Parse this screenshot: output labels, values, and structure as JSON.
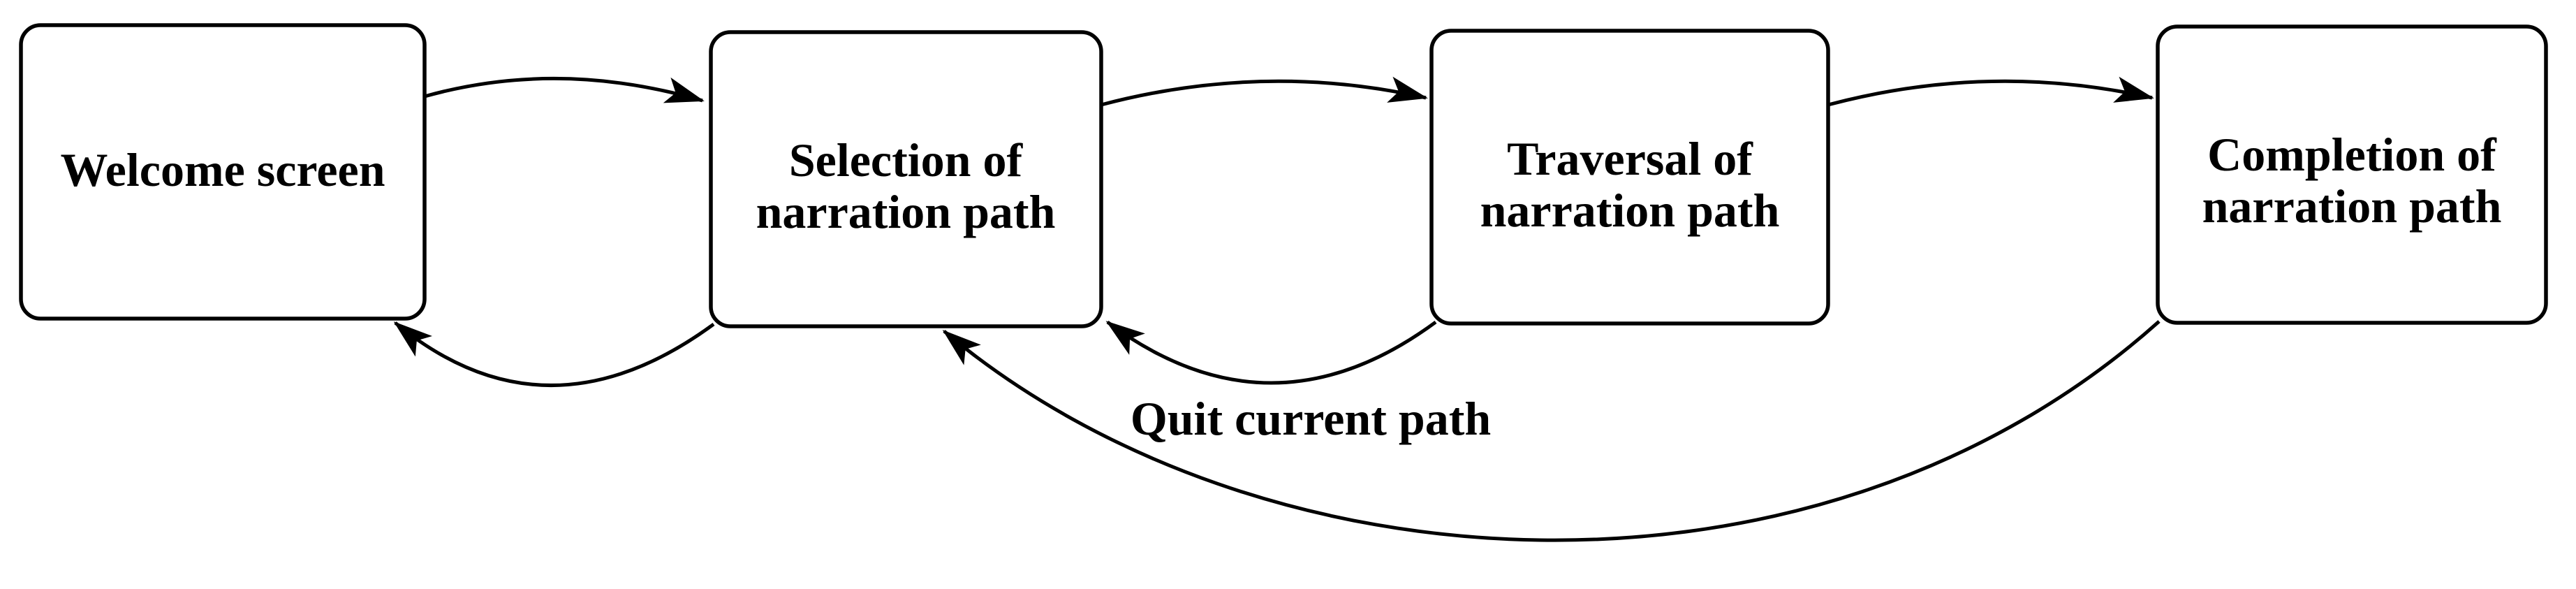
{
  "diagram": {
    "type": "state-flow-diagram",
    "colors": {
      "background": "#ffffff",
      "node_fill": "#ffffff",
      "line": "#000000",
      "text": "#000000"
    },
    "nodes": [
      {
        "id": "welcome-screen",
        "lines": [
          "Welcome screen"
        ]
      },
      {
        "id": "selection-of-narration-path",
        "lines": [
          "Selection of",
          "narration path"
        ]
      },
      {
        "id": "traversal-of-narration-path",
        "lines": [
          "Traversal of",
          "narration path"
        ]
      },
      {
        "id": "completion-of-narration-path",
        "lines": [
          "Completion of",
          "narration path"
        ]
      }
    ],
    "edges": [
      {
        "from": "welcome-screen",
        "to": "selection-of-narration-path",
        "label": ""
      },
      {
        "from": "selection-of-narration-path",
        "to": "welcome-screen",
        "label": ""
      },
      {
        "from": "selection-of-narration-path",
        "to": "traversal-of-narration-path",
        "label": ""
      },
      {
        "from": "traversal-of-narration-path",
        "to": "selection-of-narration-path",
        "label": "Quit current path"
      },
      {
        "from": "traversal-of-narration-path",
        "to": "completion-of-narration-path",
        "label": ""
      },
      {
        "from": "completion-of-narration-path",
        "to": "selection-of-narration-path",
        "label": ""
      }
    ]
  }
}
